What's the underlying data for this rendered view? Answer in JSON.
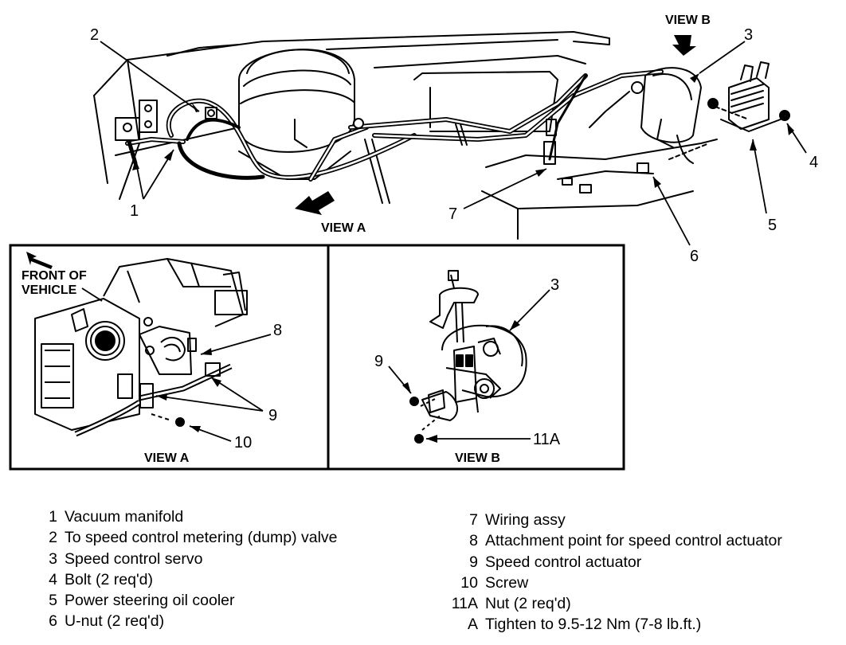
{
  "diagram": {
    "callouts": {
      "c1": "1",
      "c2": "2",
      "c3_top": "3",
      "c4": "4",
      "c5": "5",
      "c6": "6",
      "c7": "7",
      "c8": "8",
      "c9_a": "9",
      "c9_b": "9",
      "c10": "10",
      "c3_b": "3",
      "c11a": "11A"
    },
    "view_a_arrow_label": "VIEW A",
    "view_b_arrow_label": "VIEW B",
    "front_of_vehicle": [
      "FRONT OF",
      "VEHICLE"
    ],
    "panel_a_caption": "VIEW A",
    "panel_b_caption": "VIEW B"
  },
  "legend": {
    "left": [
      {
        "num": "1",
        "text": "Vacuum manifold"
      },
      {
        "num": "2",
        "text": "To speed control metering (dump) valve"
      },
      {
        "num": "3",
        "text": "Speed control servo"
      },
      {
        "num": "4",
        "text": "Bolt (2 req'd)"
      },
      {
        "num": "5",
        "text": "Power steering oil cooler"
      },
      {
        "num": "6",
        "text": "U-nut (2 req'd)"
      }
    ],
    "right": [
      {
        "num": "7",
        "text": "Wiring assy"
      },
      {
        "num": "8",
        "text": "Attachment point for speed control actuator"
      },
      {
        "num": "9",
        "text": "Speed control actuator"
      },
      {
        "num": "10",
        "text": "Screw"
      },
      {
        "num": "11A",
        "text": "Nut (2 req'd)"
      },
      {
        "num": "A",
        "text": "Tighten to 9.5-12 Nm (7-8 lb.ft.)"
      }
    ]
  }
}
